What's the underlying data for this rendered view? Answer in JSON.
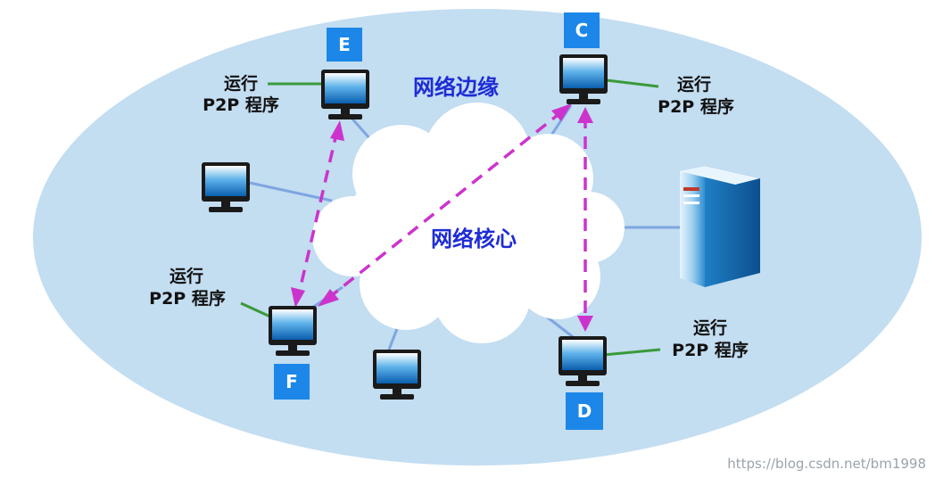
{
  "regions": {
    "edge_label": "网络边缘",
    "core_label": "网络核心"
  },
  "peers": {
    "E": {
      "badge": "E",
      "line1": "运行",
      "line2": "P2P 程序"
    },
    "C": {
      "badge": "C",
      "line1": "运行",
      "line2": "P2P 程序"
    },
    "F": {
      "badge": "F",
      "line1": "运行",
      "line2": "P2P 程序"
    },
    "D": {
      "badge": "D",
      "line1": "运行",
      "line2": "P2P 程序"
    }
  },
  "watermark": "https://blog.csdn.net/bm1998",
  "colors": {
    "edge_fill": "#c3ddf1",
    "badge": "#1c87e8",
    "region_text": "#1d2cd6",
    "p2p_arrow": "#cc33cc",
    "link": "#7ea6e0",
    "label_connector": "#3a9a3a"
  }
}
